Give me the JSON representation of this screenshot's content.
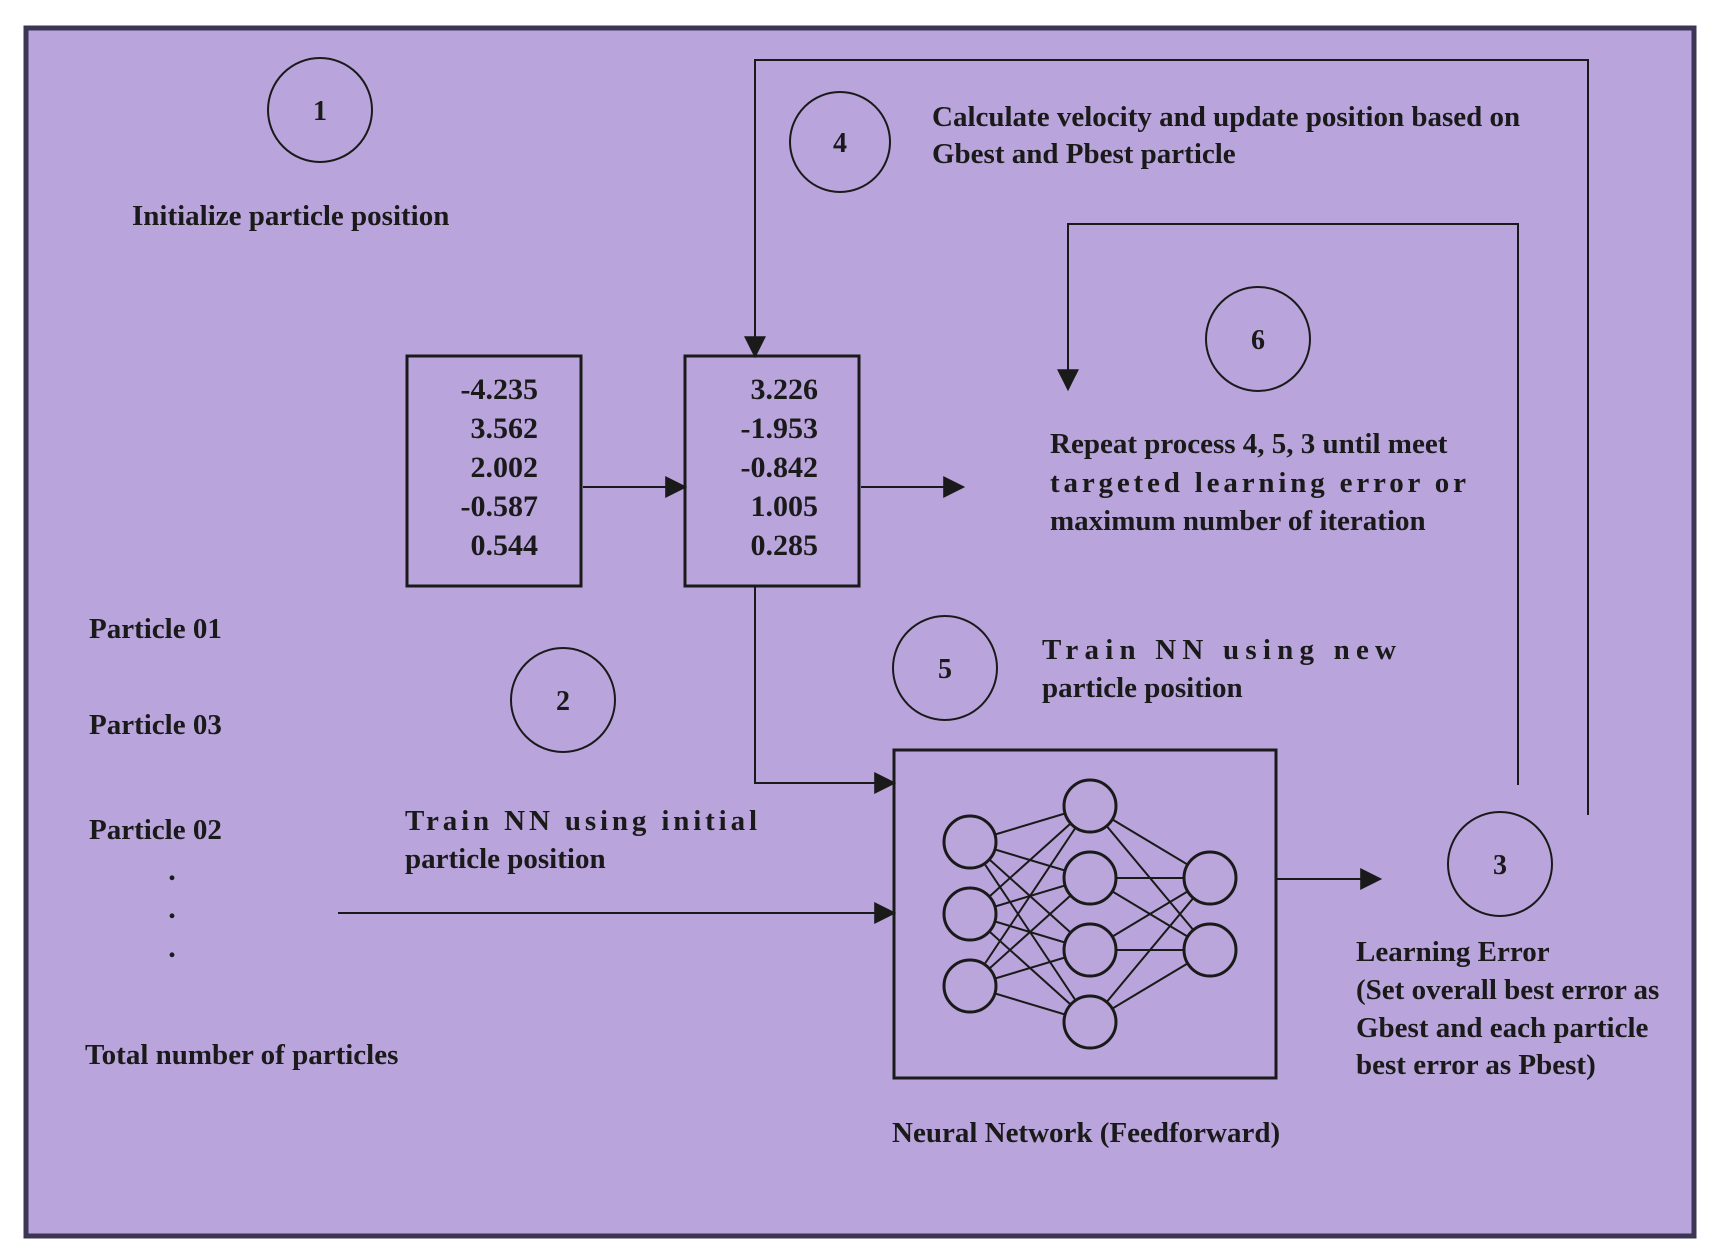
{
  "colors": {
    "background": "#b9a5dc",
    "border": "#3c3654",
    "ink": "#1a1a1a"
  },
  "steps": {
    "s1": {
      "num": "1",
      "text": "Initialize particle position"
    },
    "s2": {
      "num": "2",
      "lines": [
        "Train NN using initial",
        "particle position"
      ]
    },
    "s3": {
      "num": "3",
      "lines": [
        "Learning Error",
        "(Set overall best error as",
        "Gbest and each particle",
        "best error as Pbest)"
      ]
    },
    "s4": {
      "num": "4",
      "lines": [
        "Calculate velocity and update position based on",
        "Gbest and Pbest particle"
      ]
    },
    "s5": {
      "num": "5",
      "lines": [
        "Train NN using new",
        "particle position"
      ]
    },
    "s6": {
      "num": "6",
      "lines": [
        "Repeat process 4, 5, 3 until meet",
        "targeted learning error or",
        "maximum number of iteration"
      ]
    }
  },
  "particles": {
    "items": [
      "Particle 01",
      "Particle 03",
      "Particle 02"
    ],
    "dots": [
      ".",
      ".",
      "."
    ],
    "total_label": "Total number of particles"
  },
  "vectors": {
    "initial": [
      "-4.235",
      "3.562",
      "2.002",
      "-0.587",
      "0.544"
    ],
    "updated": [
      "3.226",
      "-1.953",
      "-0.842",
      "1.005",
      "0.285"
    ]
  },
  "network": {
    "caption": "Neural Network (Feedforward)",
    "layers": [
      3,
      4,
      2
    ]
  }
}
